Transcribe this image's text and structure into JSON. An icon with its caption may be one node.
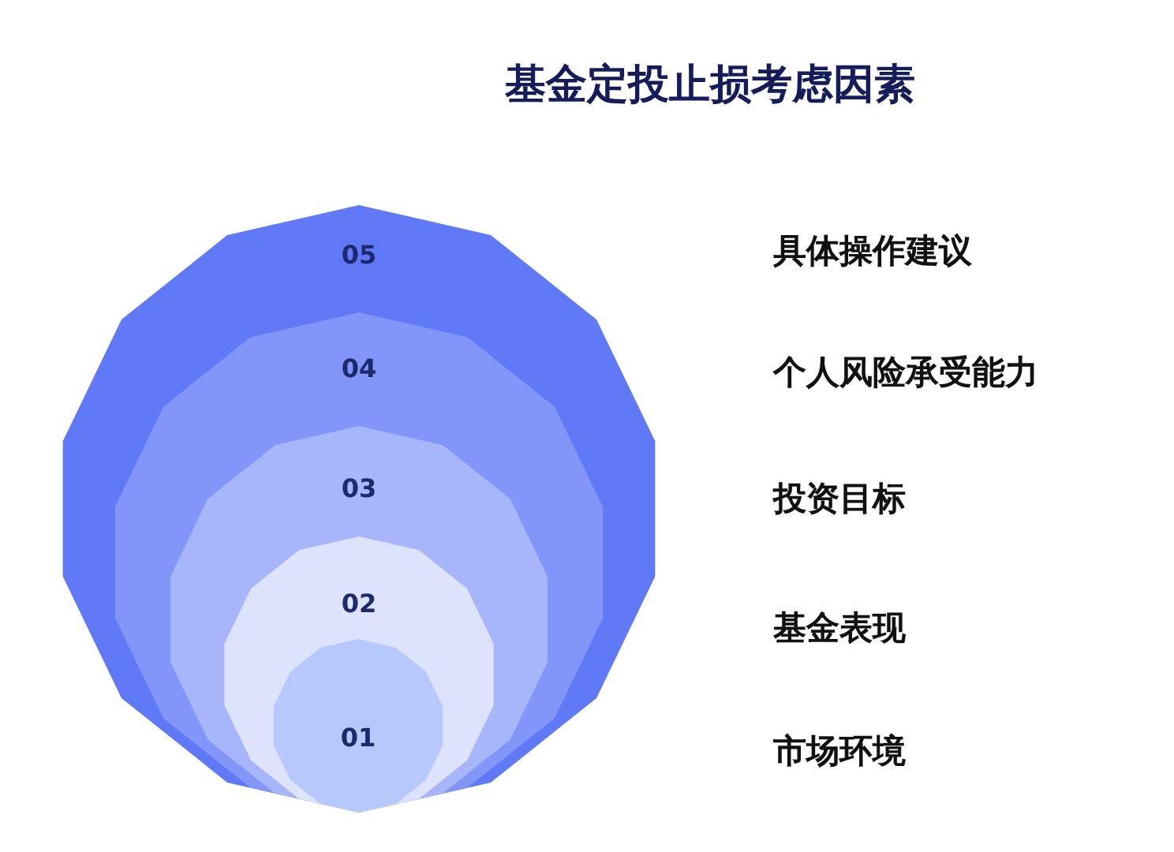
{
  "diagram": {
    "title": "基金定投止损考虑因素",
    "nodes": [
      {
        "text": [
          "05"
        ]
      },
      {
        "text": [
          "04"
        ],
        "in": 0
      },
      {
        "text": [
          "03"
        ],
        "in": 1
      },
      {
        "text": [
          "02"
        ],
        "in": 2
      },
      {
        "text": [
          "01"
        ],
        "in": 3
      }
    ],
    "labels": [
      "具体操作建议",
      "个人风险承受能力",
      "投资目标",
      "基金表现",
      "市场环境"
    ]
  }
}
